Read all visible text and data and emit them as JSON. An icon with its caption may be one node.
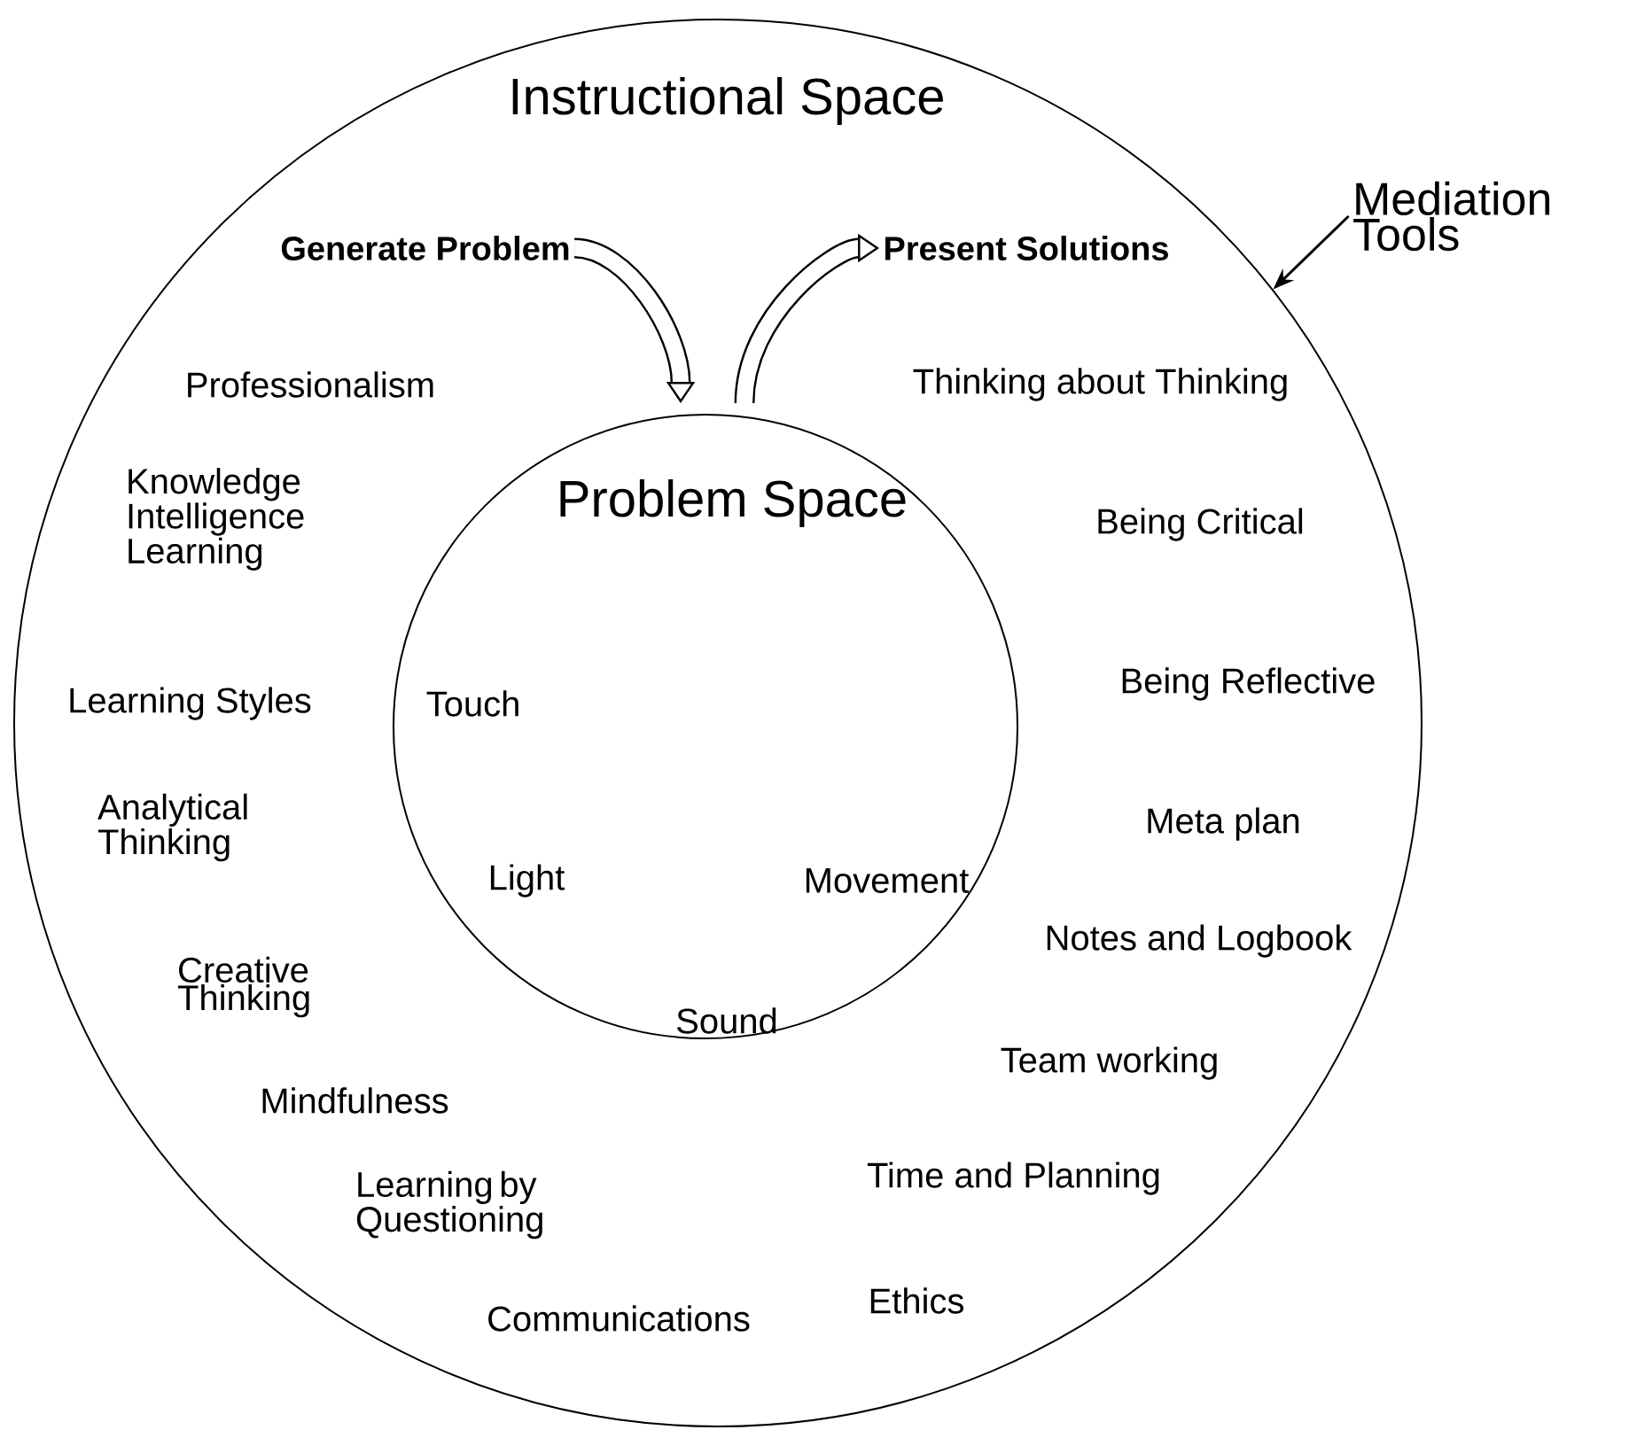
{
  "diagram": {
    "nodes": [
      {
        "text": [
          "Instructional Space"
        ]
      },
      {
        "text": [
          "Generate Problem"
        ],
        "in": 0
      },
      {
        "text": [
          "Present Solutions"
        ],
        "in": 0
      },
      {
        "text": [
          "Problem Space"
        ],
        "in": 0
      },
      {
        "text": [
          "Mediation Tools"
        ]
      }
    ],
    "edges": [
      {
        "from": 1,
        "to": 3,
        "arrow": "to"
      },
      {
        "from": 3,
        "to": 2,
        "arrow": "to"
      },
      {
        "from": 4,
        "to": 0,
        "arrow": "to"
      }
    ],
    "labels": [
      "Professionalism",
      "Thinking about Thinking",
      "Knowledge Intelligence Learning",
      "Being Critical",
      "Learning Styles",
      "Touch",
      "Being Reflective",
      "Analytical Thinking",
      "Meta plan",
      "Light",
      "Movement",
      "Notes and Logbook",
      "Creative Thinking",
      "Sound",
      "Team working",
      "Mindfulness",
      "Learning by Questioning",
      "Time and Planning",
      "Ethics",
      "Communications"
    ]
  }
}
